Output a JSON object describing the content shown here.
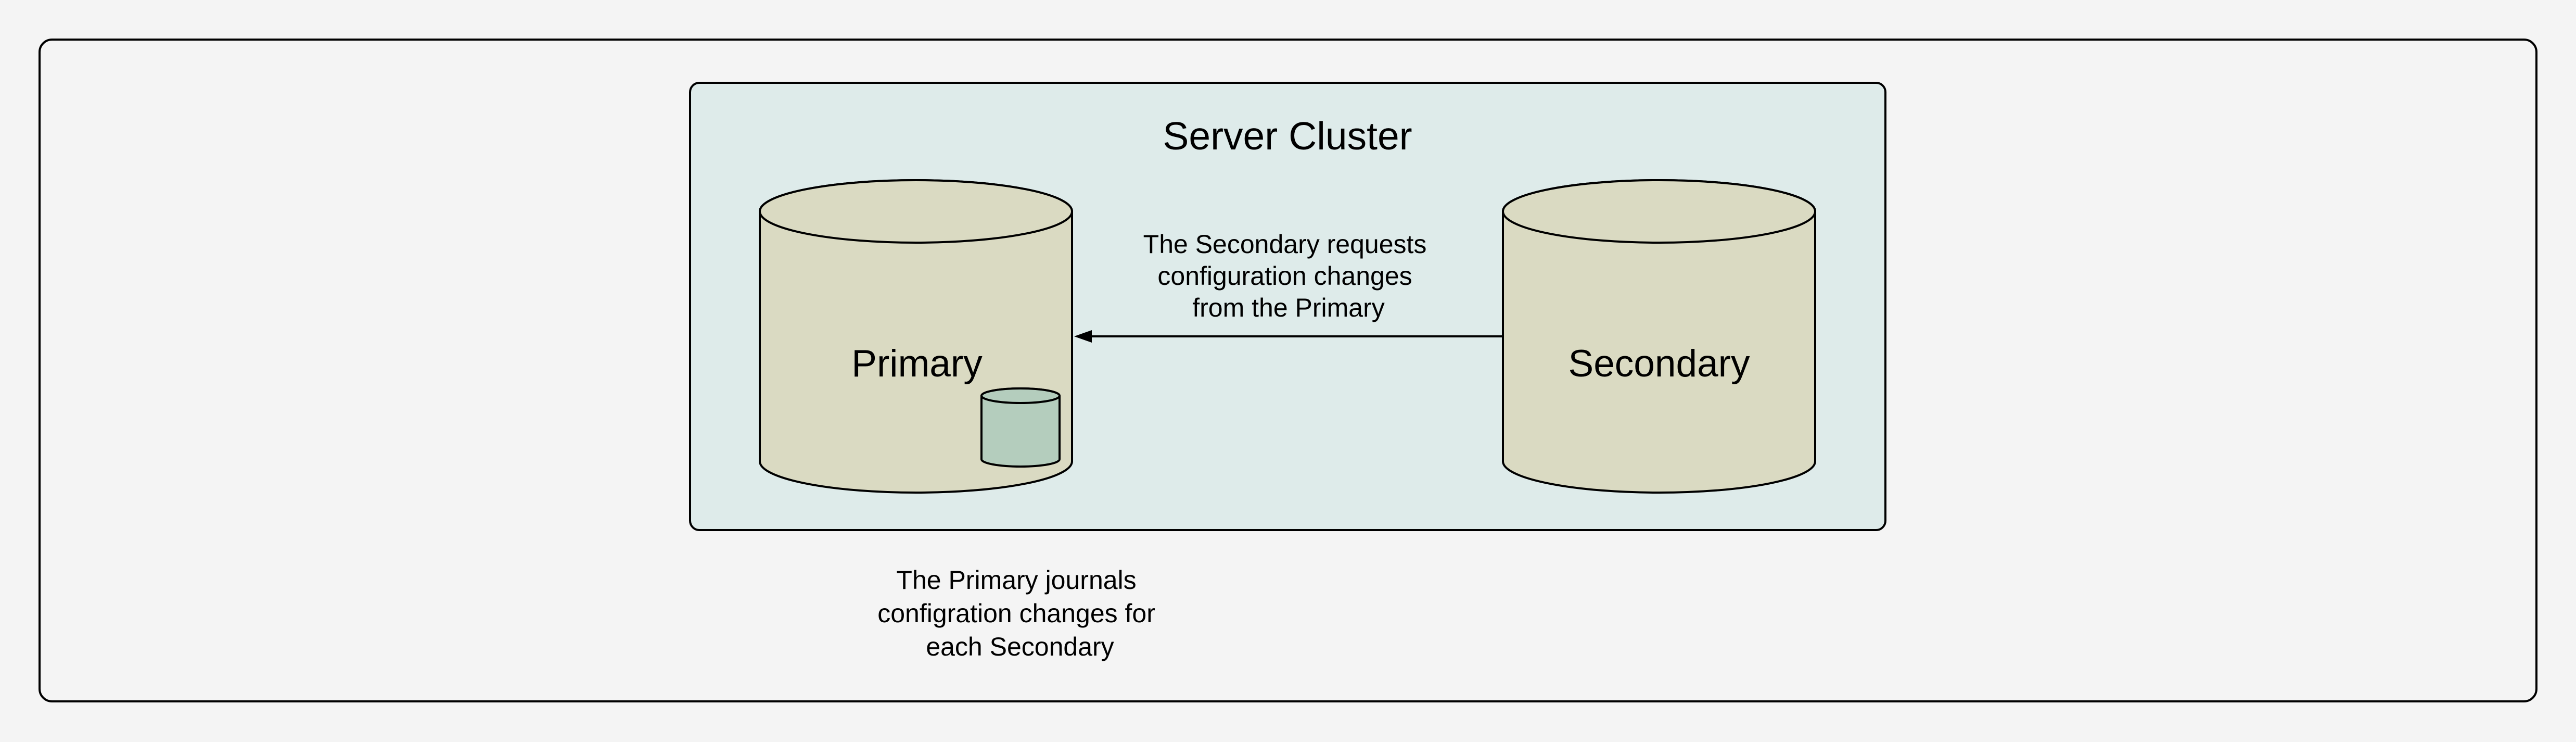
{
  "diagram": {
    "colors": {
      "canvas_background": "#f4f4f4",
      "cluster_fill": "#deebea",
      "server_fill": "#dadac2",
      "journal_fill": "#b4cdbd",
      "stroke": "#000000"
    },
    "cluster": {
      "title": "Server Cluster"
    },
    "nodes": {
      "primary": {
        "label": "Primary"
      },
      "secondary": {
        "label": "Secondary"
      },
      "journal": {
        "label": ""
      }
    },
    "edges": [
      {
        "from": "secondary",
        "to": "primary",
        "label_lines": [
          "The Secondary requests",
          "configuration changes",
          "from the Primary"
        ]
      }
    ],
    "annotations": {
      "primary_journal_lines": [
        "The Primary journals",
        "configration changes for",
        "each Secondary"
      ]
    }
  }
}
